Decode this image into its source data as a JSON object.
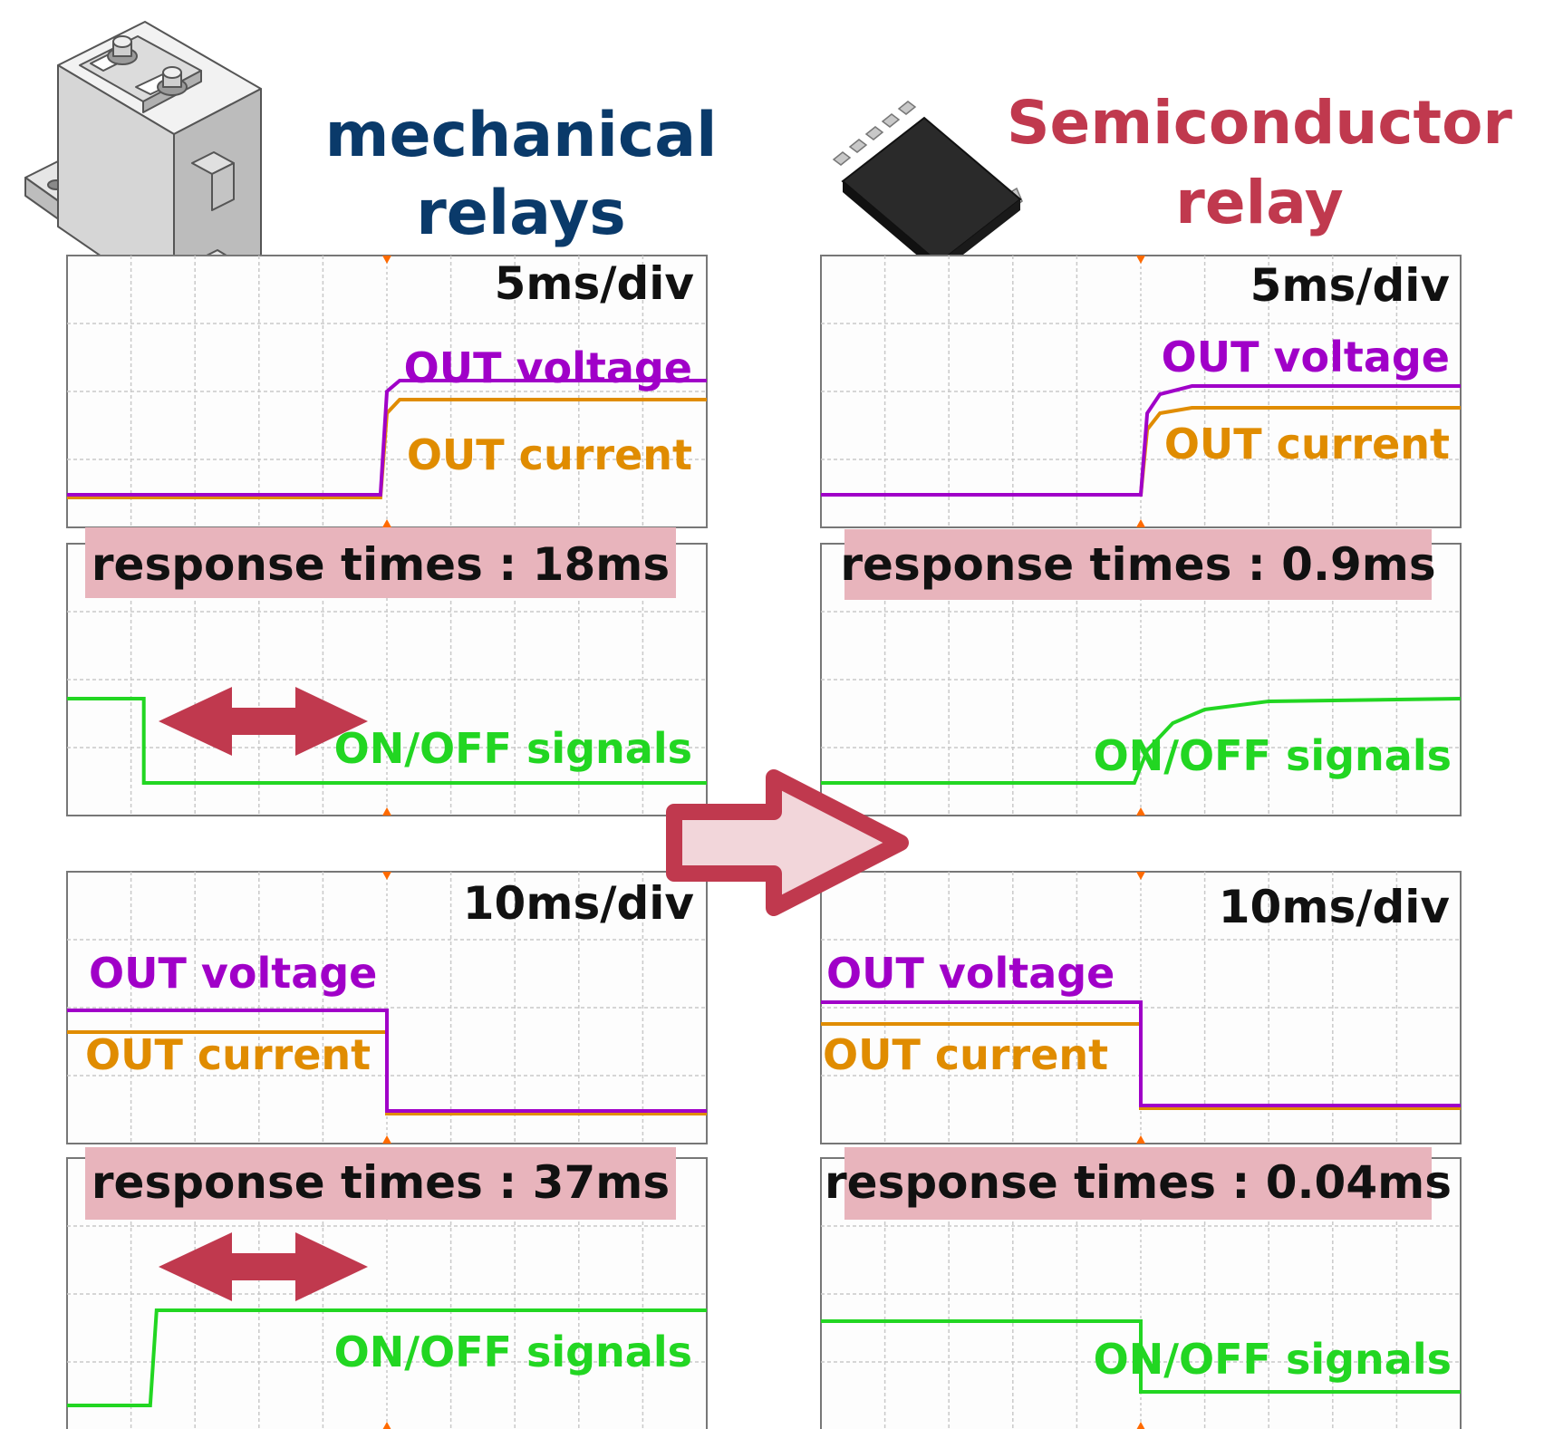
{
  "colors": {
    "voltage": "#a000c8",
    "current": "#e08c00",
    "signal": "#22d622",
    "mech_title": "#0a3a6a",
    "semi_title": "#c0394e",
    "badge_bg": "#e8b4bc",
    "arrow": "#c0394e",
    "arrow_fill": "#f2d6da",
    "grid": "#c9c9c9",
    "trigger": "#ff6a00"
  },
  "left_title": {
    "line1": "mechanical",
    "line2": "relays"
  },
  "right_title": {
    "line1": "Semiconductor",
    "line2": "relay"
  },
  "icons": {
    "left": "mechanical-relay-icon",
    "right": "ic-chip-icon",
    "middle": "right-arrow-icon",
    "double": "double-arrow-icon"
  },
  "panels": [
    {
      "id": "mech-on",
      "timebase": "5ms/div",
      "response": "response times : 18ms",
      "labels": {
        "voltage": "OUT voltage",
        "current": "OUT current",
        "signal": "ON/OFF signals"
      },
      "traces": {
        "voltage": [
          [
            0,
            0.88
          ],
          [
            0.49,
            0.88
          ],
          [
            0.5,
            0.5
          ],
          [
            0.52,
            0.46
          ],
          [
            1,
            0.46
          ]
        ],
        "current": [
          [
            0,
            0.89
          ],
          [
            0.49,
            0.89
          ],
          [
            0.5,
            0.58
          ],
          [
            0.52,
            0.53
          ],
          [
            1,
            0.53
          ]
        ],
        "signal": [
          [
            0,
            0.57
          ],
          [
            0.12,
            0.57
          ],
          [
            0.12,
            0.88
          ],
          [
            1,
            0.88
          ]
        ]
      }
    },
    {
      "id": "semi-on",
      "timebase": "5ms/div",
      "response": "response times : 0.9ms",
      "labels": {
        "voltage": "OUT voltage",
        "current": "OUT current",
        "signal": "ON/OFF signals"
      },
      "traces": {
        "voltage": [
          [
            0,
            0.88
          ],
          [
            0.5,
            0.88
          ],
          [
            0.51,
            0.58
          ],
          [
            0.53,
            0.51
          ],
          [
            0.58,
            0.48
          ],
          [
            1,
            0.48
          ]
        ],
        "current": [
          [
            0,
            0.88
          ],
          [
            0.5,
            0.88
          ],
          [
            0.51,
            0.64
          ],
          [
            0.53,
            0.58
          ],
          [
            0.58,
            0.56
          ],
          [
            1,
            0.56
          ]
        ],
        "signal": [
          [
            0,
            0.88
          ],
          [
            0.49,
            0.88
          ],
          [
            0.51,
            0.76
          ],
          [
            0.55,
            0.66
          ],
          [
            0.6,
            0.61
          ],
          [
            0.7,
            0.58
          ],
          [
            1,
            0.57
          ]
        ]
      }
    },
    {
      "id": "mech-off",
      "timebase": "10ms/div",
      "response": "response times : 37ms",
      "labels": {
        "voltage": "OUT voltage",
        "current": "OUT current",
        "signal": "ON/OFF signals"
      },
      "traces": {
        "voltage": [
          [
            0,
            0.51
          ],
          [
            0.5,
            0.51
          ],
          [
            0.5,
            0.88
          ],
          [
            1,
            0.88
          ]
        ],
        "current": [
          [
            0,
            0.59
          ],
          [
            0.5,
            0.59
          ],
          [
            0.5,
            0.89
          ],
          [
            1,
            0.89
          ]
        ],
        "signal": [
          [
            0,
            0.91
          ],
          [
            0.13,
            0.91
          ],
          [
            0.14,
            0.56
          ],
          [
            1,
            0.56
          ]
        ]
      }
    },
    {
      "id": "semi-off",
      "timebase": "10ms/div",
      "response": "response times : 0.04ms",
      "labels": {
        "voltage": "OUT voltage",
        "current": "OUT current",
        "signal": "ON/OFF signals"
      },
      "traces": {
        "voltage": [
          [
            0,
            0.48
          ],
          [
            0.5,
            0.48
          ],
          [
            0.5,
            0.86
          ],
          [
            1,
            0.86
          ]
        ],
        "current": [
          [
            0,
            0.56
          ],
          [
            0.5,
            0.56
          ],
          [
            0.5,
            0.87
          ],
          [
            1,
            0.87
          ]
        ],
        "signal": [
          [
            0,
            0.6
          ],
          [
            0.5,
            0.6
          ],
          [
            0.5,
            0.86
          ],
          [
            1,
            0.86
          ]
        ]
      }
    }
  ]
}
